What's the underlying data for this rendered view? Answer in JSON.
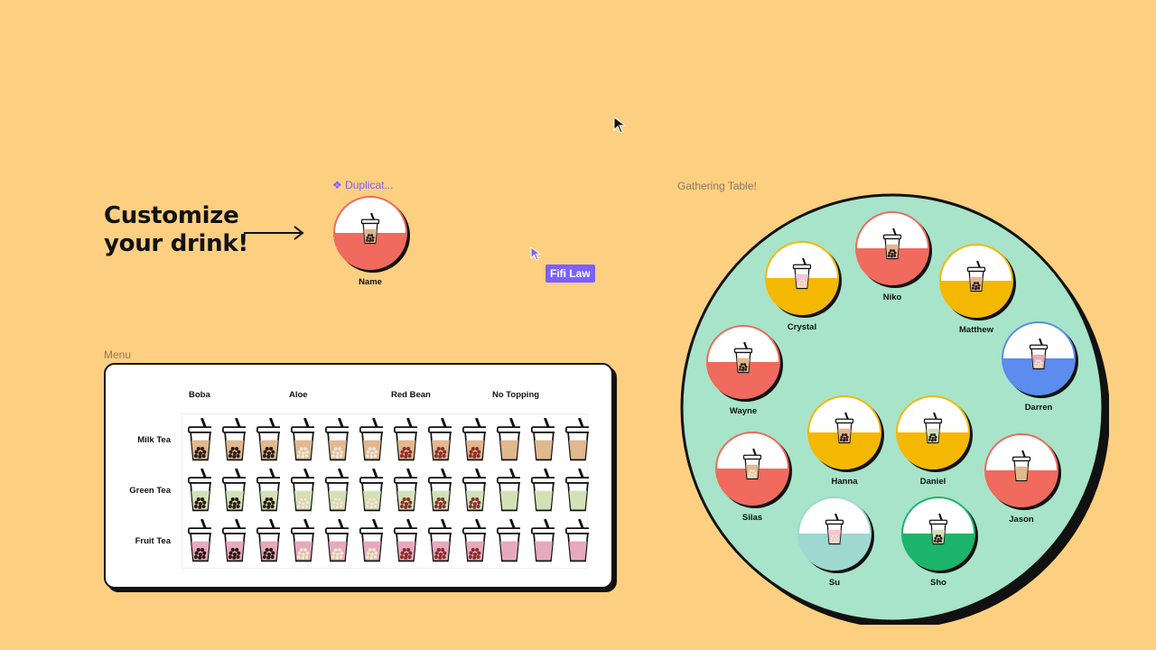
{
  "headline": "Customize\nyour drink!",
  "component": {
    "label": "❖ Duplicat...",
    "name": "Name"
  },
  "cursor_user": "Fifi Law",
  "gathering_label": "Gathering Table!",
  "menu": {
    "label": "Menu",
    "toppings": [
      "Boba",
      "Aloe",
      "Red Bean",
      "No Topping"
    ],
    "teas": [
      "Milk Tea",
      "Green Tea",
      "Fruit Tea"
    ],
    "tea_colors": {
      "Milk Tea": "#E2B88E",
      "Green Tea": "#D2E2B6",
      "Fruit Tea": "#E7A9BE"
    },
    "topping_colors": {
      "Boba": "#2a1a12",
      "Aloe": "#F6E9D6",
      "Red Bean": "#8B2E2B",
      "No Topping": "none"
    }
  },
  "guests": [
    {
      "name": "Crystal",
      "bg": "#F5B800",
      "drink": "#F4C6D4",
      "topping": "Aloe"
    },
    {
      "name": "Niko",
      "bg": "#F06A5E",
      "drink": "#E2B88E",
      "topping": "Boba"
    },
    {
      "name": "Matthew",
      "bg": "#F5B800",
      "drink": "#E2B88E",
      "topping": "Boba"
    },
    {
      "name": "Wayne",
      "bg": "#F06A5E",
      "drink": "#E2B88E",
      "topping": "Boba"
    },
    {
      "name": "Darren",
      "bg": "#5B8CEE",
      "drink": "#E7A9BE",
      "topping": "Aloe"
    },
    {
      "name": "Hanna",
      "bg": "#F5B800",
      "drink": "#E2B88E",
      "topping": "Boba"
    },
    {
      "name": "Daniel",
      "bg": "#F5B800",
      "drink": "#D2E2B6",
      "topping": "Boba"
    },
    {
      "name": "Silas",
      "bg": "#F06A5E",
      "drink": "#E2B88E",
      "topping": "Aloe"
    },
    {
      "name": "Jason",
      "bg": "#F06A5E",
      "drink": "#E2B88E",
      "topping": "No Topping"
    },
    {
      "name": "Su",
      "bg": "#9ED8D0",
      "drink": "#F4C6D4",
      "topping": "Aloe"
    },
    {
      "name": "Sho",
      "bg": "#1DB56B",
      "drink": "#D2E2B6",
      "topping": "Boba"
    }
  ],
  "colors": {
    "canvas": "#FDCF80",
    "table": "#A7E4C9",
    "accent": "#7B61FF",
    "name_badge": "#F06A5E"
  }
}
